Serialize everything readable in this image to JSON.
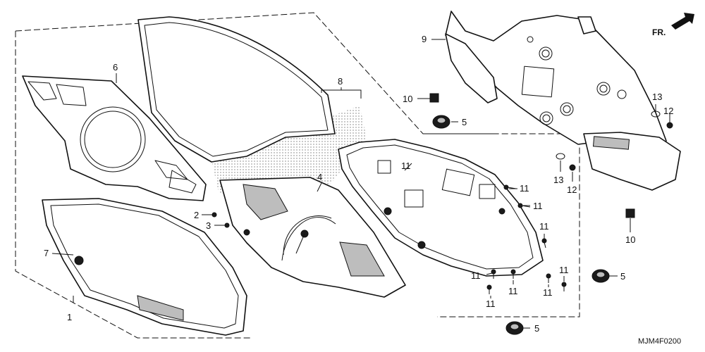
{
  "direction_marker": {
    "label": "FR."
  },
  "diagram_code": "MJM4F0200",
  "callouts": {
    "c1": "1",
    "c2": "2",
    "c3": "3",
    "c4": "4",
    "c5a": "5",
    "c5b": "5",
    "c5c": "5",
    "c6": "6",
    "c7": "7",
    "c8": "8",
    "c9": "9",
    "c10a": "10",
    "c10b": "10",
    "c11a": "11",
    "c11b": "11",
    "c11c": "11",
    "c11d": "11",
    "c11e": "11",
    "c11f": "11",
    "c11g": "11",
    "c11h": "11",
    "c11i": "11",
    "c12a": "12",
    "c12b": "12",
    "c13a": "13",
    "c13b": "13"
  }
}
